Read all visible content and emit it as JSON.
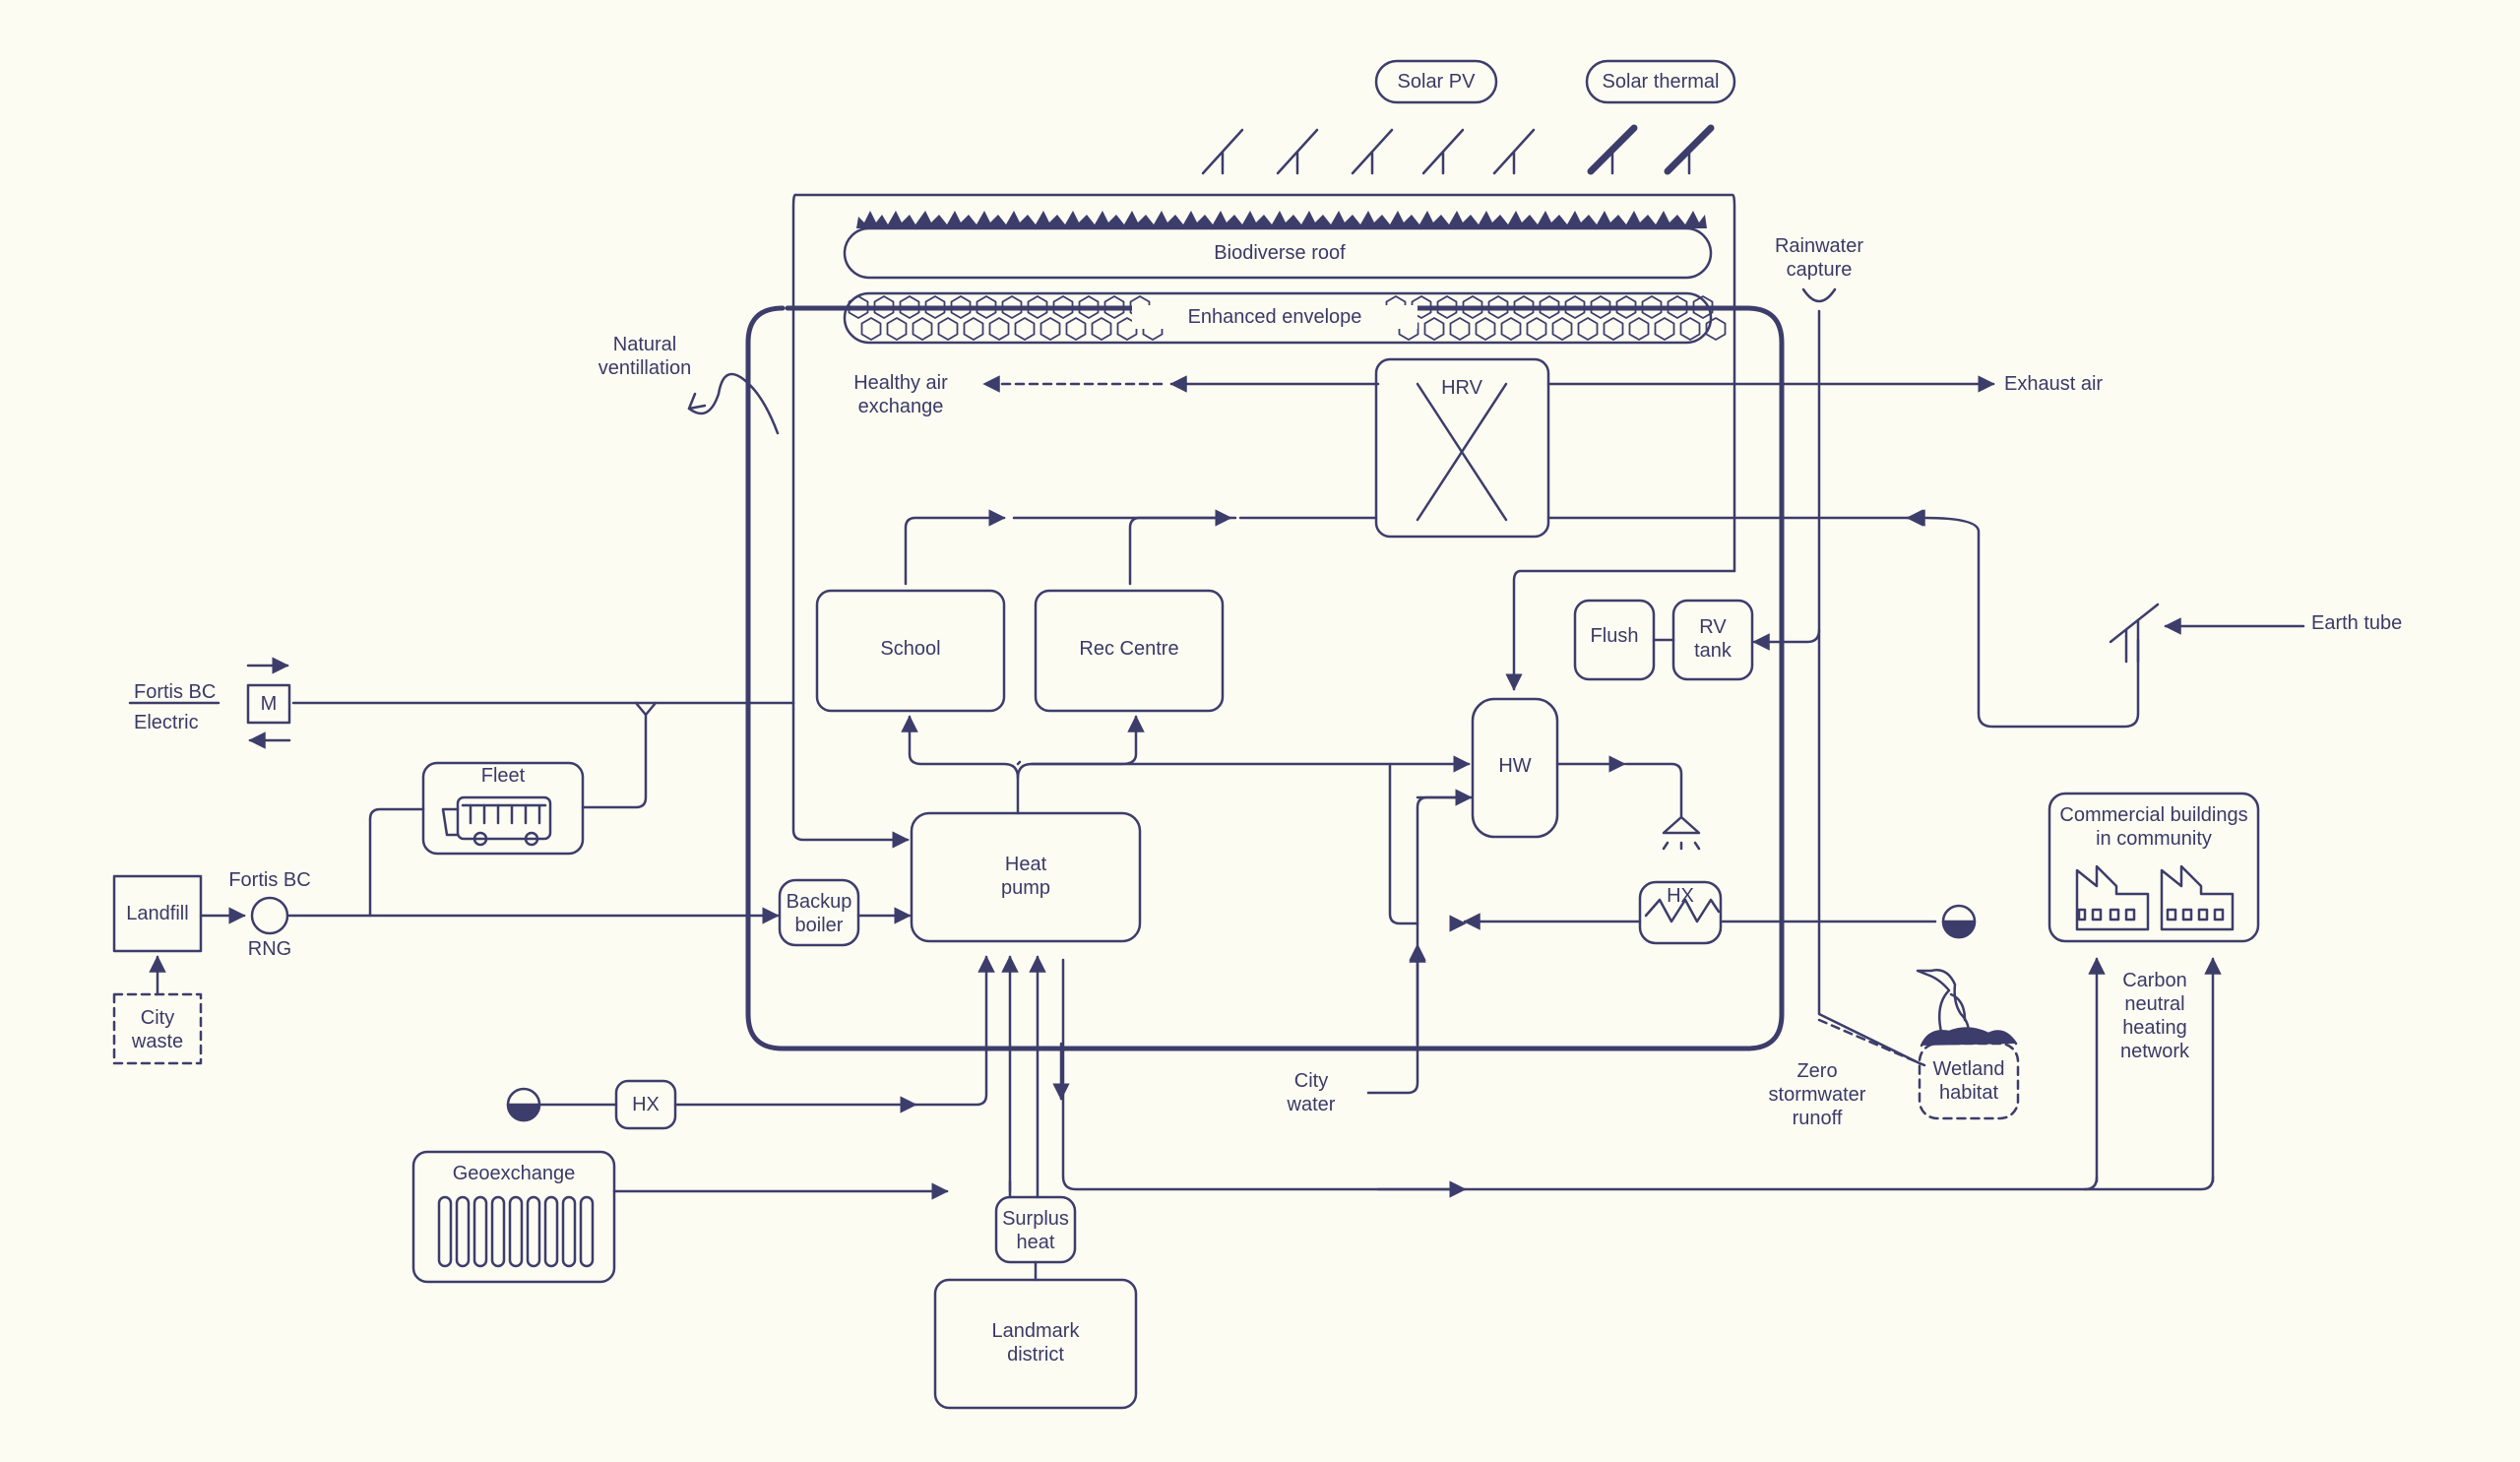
{
  "colors": {
    "line": "#3d3d6b",
    "text": "#3a3a66",
    "background": "#fdfcf3"
  },
  "labels": {
    "solar_pv": "Solar PV",
    "solar_thermal": "Solar thermal",
    "biodiverse_roof": "Biodiverse roof",
    "enhanced_envelope": "Enhanced envelope",
    "rainwater_capture": "Rainwater\ncapture",
    "natural_ventilation": "Natural\nventillation",
    "healthy_air": "Healthy air\nexchange",
    "hrv": "HRV",
    "exhaust_air": "Exhaust air",
    "earth_tube": "Earth tube",
    "school": "School",
    "rec_centre": "Rec Centre",
    "flush": "Flush",
    "rv_tank": "RV\ntank",
    "fortis_electric": "Fortis BC\nElectric",
    "meter": "M",
    "fleet": "Fleet",
    "hw": "HW",
    "heat_pump": "Heat\npump",
    "backup_boiler": "Backup\nboiler",
    "landfill": "Landfill",
    "fortis_rng_top": "Fortis BC",
    "fortis_rng_bottom": "RNG",
    "city_waste": "City\nwaste",
    "hx_right": "HX",
    "hx_left": "HX",
    "commercial": "Commercial buildings\nin community",
    "carbon_neutral": "Carbon\nneutral\nheating\nnetwork",
    "wetland": "Wetland\nhabitat",
    "zero_stormwater": "Zero\nstormwater\nrunoff",
    "city_water": "City\nwater",
    "geoexchange": "Geoexchange",
    "surplus_heat": "Surplus\nheat",
    "landmark": "Landmark\ndistrict"
  },
  "icons": [
    "solar-pv-panel-icon",
    "solar-thermal-panel-icon",
    "bus-icon",
    "factory-icon",
    "heron-icon",
    "shower-icon",
    "water-tank-icon",
    "earth-tube-vent-icon"
  ]
}
